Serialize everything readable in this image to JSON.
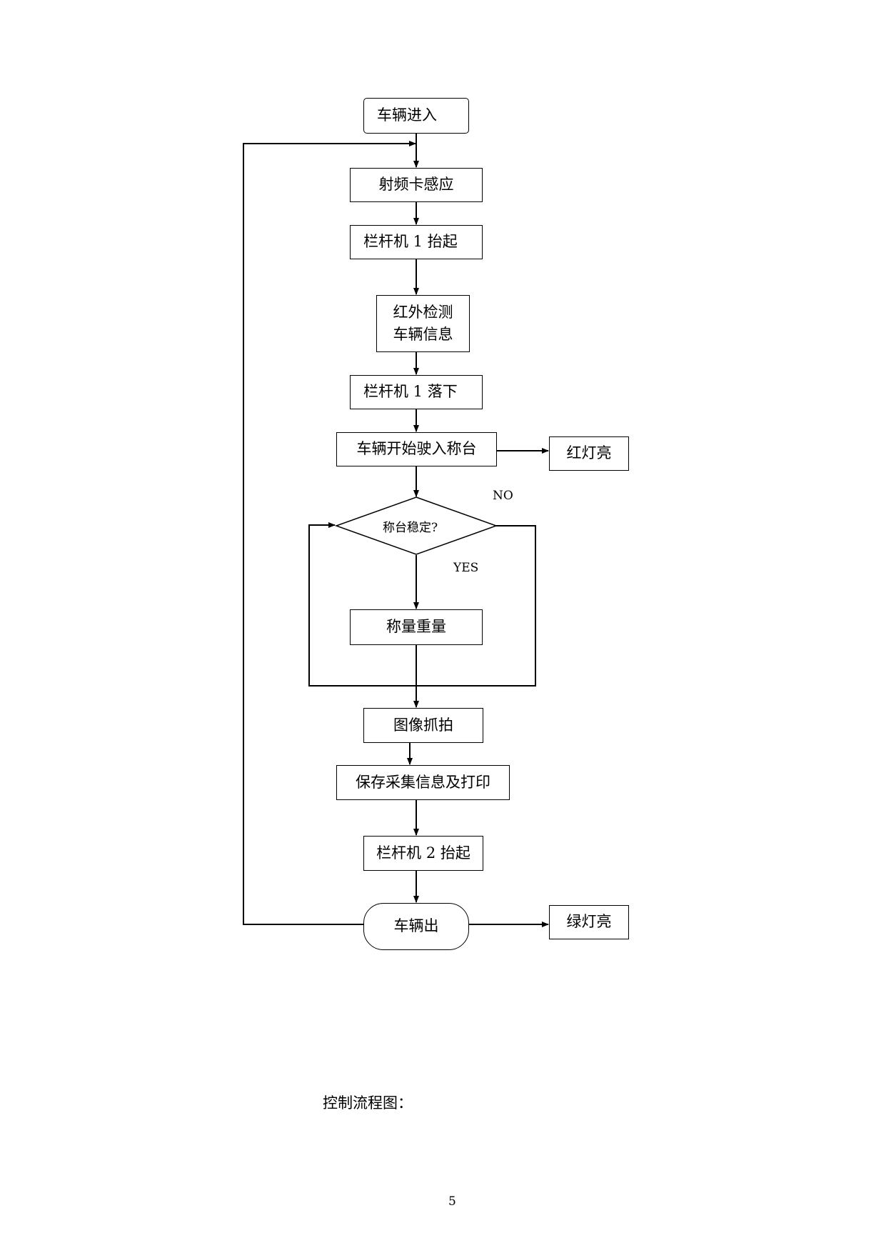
{
  "flowchart": {
    "nodes": {
      "start": "车辆进入",
      "rfid": "射频卡感应",
      "gate1_up": "栏杆机 1 抬起",
      "ir_line1": "红外检测",
      "ir_line2": "车辆信息",
      "gate1_down": "栏杆机 1 落下",
      "drive_on": "车辆开始驶入称台",
      "red_light": "红灯亮",
      "decision": "称台稳定?",
      "weigh": "称量重量",
      "capture": "图像抓拍",
      "save_print": "保存采集信息及打印",
      "gate2_up": "栏杆机 2 抬起",
      "exit": "车辆出",
      "green_light": "绿灯亮"
    },
    "labels": {
      "no": "NO",
      "yes": "YES"
    }
  },
  "caption": "控制流程图：",
  "page_number": "5"
}
